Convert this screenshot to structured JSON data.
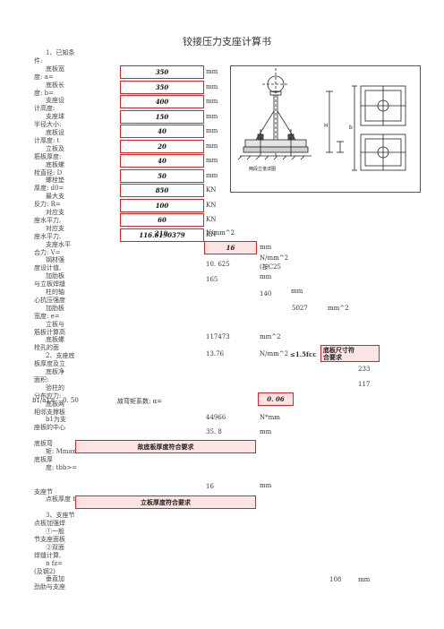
{
  "title": "铰接压力支座计算书",
  "left_labels": [
    "1、已知条",
    "件:",
    "底板宽",
    "度: a=",
    "底板长",
    "度: b=",
    "支座设",
    "计高度:",
    "支座球",
    "半径大小:",
    "底板设",
    "计厚度: t",
    "立板及",
    "筋板厚度:",
    "底板螺",
    "栓直径: D",
    "螺栓垫",
    "厚度: d0=",
    "最大支",
    "反力: R=",
    "对应支",
    "座水平力,",
    "对应支",
    "座水平力,",
    "支座水平",
    "合力: V=",
    "钢材强",
    "度设计值,",
    "加肋板",
    "与立板焊缝",
    "柱的轴",
    "心抗压强度",
    "加肋板",
    "宽度: e=",
    "立板与",
    "筋板计算高",
    "底板螺",
    "栓孔的面",
    "2、支座底",
    "板厚度及立",
    "底板净",
    "面积:",
    "验柱的",
    "分布应力:",
    "底板两",
    "相邻支撑板",
    "b1为支",
    "座板的中心",
    "",
    "底板弯",
    "矩: Mmax",
    "底板厚",
    "度: tbb>=",
    "",
    "",
    "支座节",
    "点板厚度 t",
    "",
    "3、支座节",
    "点板加强焊",
    "①一般",
    "节支座面板",
    "②双面",
    "焊缝计算,",
    "n fz=",
    "(及钢2)",
    "垂直加",
    "劲肋与支座"
  ],
  "inputs": [
    {
      "value": "350",
      "unit": "mm"
    },
    {
      "value": "350",
      "unit": "mm"
    },
    {
      "value": "400",
      "unit": "mm"
    },
    {
      "value": "150",
      "unit": "mm"
    },
    {
      "value": "40",
      "unit": "mm"
    },
    {
      "value": "20",
      "unit": "mm"
    },
    {
      "value": "40",
      "unit": "mm"
    },
    {
      "value": "50",
      "unit": "mm"
    },
    {
      "value": "850",
      "unit": "KN"
    },
    {
      "value": "100",
      "unit": "KN"
    },
    {
      "value": "60",
      "unit": "KN"
    },
    {
      "value": "116.6190379",
      "unit": "KN"
    }
  ],
  "steel_strength": {
    "value": "210",
    "unit": "N/mm^2"
  },
  "weld_strength": {
    "value": "16",
    "unit": "mm"
  },
  "column_strength": {
    "value": "10. 625",
    "unit": "N/mm^2",
    "note": "(按C25"
  },
  "rib_width": {
    "value": "165",
    "unit": "mm"
  },
  "calc_height": {
    "value": "140",
    "unit": "mm"
  },
  "bolt_area": {
    "value": "5027",
    "unit": "mm^2"
  },
  "net_area": {
    "value": "117473",
    "unit": "mm^2"
  },
  "stress": {
    "value": "13.76",
    "unit": "N/mm^2",
    "compare": "≤1.5fcc",
    "result": "底板尺寸符合要求"
  },
  "b_vals": {
    "v1": "233",
    "v2": "117"
  },
  "ratio": {
    "label": "b1/a1=",
    "value": "0. 50",
    "coef_label": "故弯矩系数: α=",
    "coef": "0. 06"
  },
  "moment": {
    "value": "44966",
    "unit": "N*mm"
  },
  "thick": {
    "value": "35. 8",
    "unit": "mm"
  },
  "base_ok": "故底板厚度符合要求",
  "node_thick": {
    "value": "16",
    "unit": "mm"
  },
  "plate_ok": "立板厚度符合要求",
  "weld_len": {
    "value": "108",
    "unit": "mm"
  },
  "figure": {
    "caption": "两段立谱详图"
  },
  "colors": {
    "border": "#cc2a2a",
    "fill": "#fde4e4"
  }
}
